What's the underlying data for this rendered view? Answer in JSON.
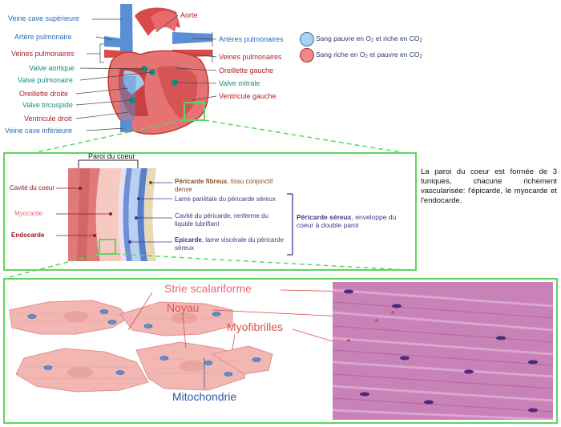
{
  "heart": {
    "left_labels": [
      {
        "text": "Veine cave supérieure",
        "color": "blue"
      },
      {
        "text": "Artère pulmonaire",
        "color": "blue"
      },
      {
        "text": "Veines pulmonaires",
        "color": "red"
      },
      {
        "text": "Valve aortique",
        "color": "teal"
      },
      {
        "text": "Valve pulmonaire",
        "color": "teal"
      },
      {
        "text": "Oreillette droite",
        "color": "red"
      },
      {
        "text": "Valve tricuspide",
        "color": "teal"
      },
      {
        "text": "Ventricule droit",
        "color": "red"
      },
      {
        "text": "Veine cave inférieure",
        "color": "blue"
      }
    ],
    "right_labels": [
      {
        "text": "Aorte",
        "color": "red"
      },
      {
        "text": "Artères pulmonaires",
        "color": "blue"
      },
      {
        "text": "Veines pulmonaires",
        "color": "red"
      },
      {
        "text": "Oreillette gauche",
        "color": "red"
      },
      {
        "text": "Valve mitrale",
        "color": "teal"
      },
      {
        "text": "Ventricule gauche",
        "color": "red"
      }
    ]
  },
  "legend": {
    "blue": {
      "prefix": "Sang pauvre en O",
      "sub1": "2",
      "middle": " et riche en CO",
      "sub2": "2",
      "color": "#a8d4f0"
    },
    "red": {
      "prefix": "Sang riche en O",
      "sub1": "2",
      "middle": " et pauvre en CO",
      "sub2": "2",
      "color": "#f08a8a"
    }
  },
  "description": "La paroi du coeur est formée de 3 tuniques, chacune richement vascularisée: l'épicarde, le myocarde et l'endocarde.",
  "wall": {
    "title": "Paroi du coeur",
    "left": {
      "cavity": "Cavité du coeur",
      "myocarde": "Myocarde",
      "endocarde": "Endocarde"
    },
    "right": {
      "fibreux_bold": "Péricarde fibreux",
      "fibreux_rest": ", tissu conjonctif dense",
      "parietale": "Lame pariétale du péricarde séreux",
      "cavite": "Cavité du péricarde, renferme du liquide lubrifiant",
      "epicarde_bold": "Epicarde",
      "epicarde_rest": ", lame viscérale du péricarde séreux",
      "sereux_bold": "Péricarde séreux",
      "sereux_rest": ", enveloppe du coeur à double paroi"
    }
  },
  "micro": {
    "strie": "Strie scalariforme",
    "noyau": "Noyau",
    "myofibrilles": "Myofibrilles",
    "mitochondrie": "Mitochondrie"
  },
  "colors": {
    "box_border": "#5dd65d",
    "blue_label": "#2a6cb5",
    "red_label": "#b0232a",
    "teal_label": "#1b8a7e"
  }
}
